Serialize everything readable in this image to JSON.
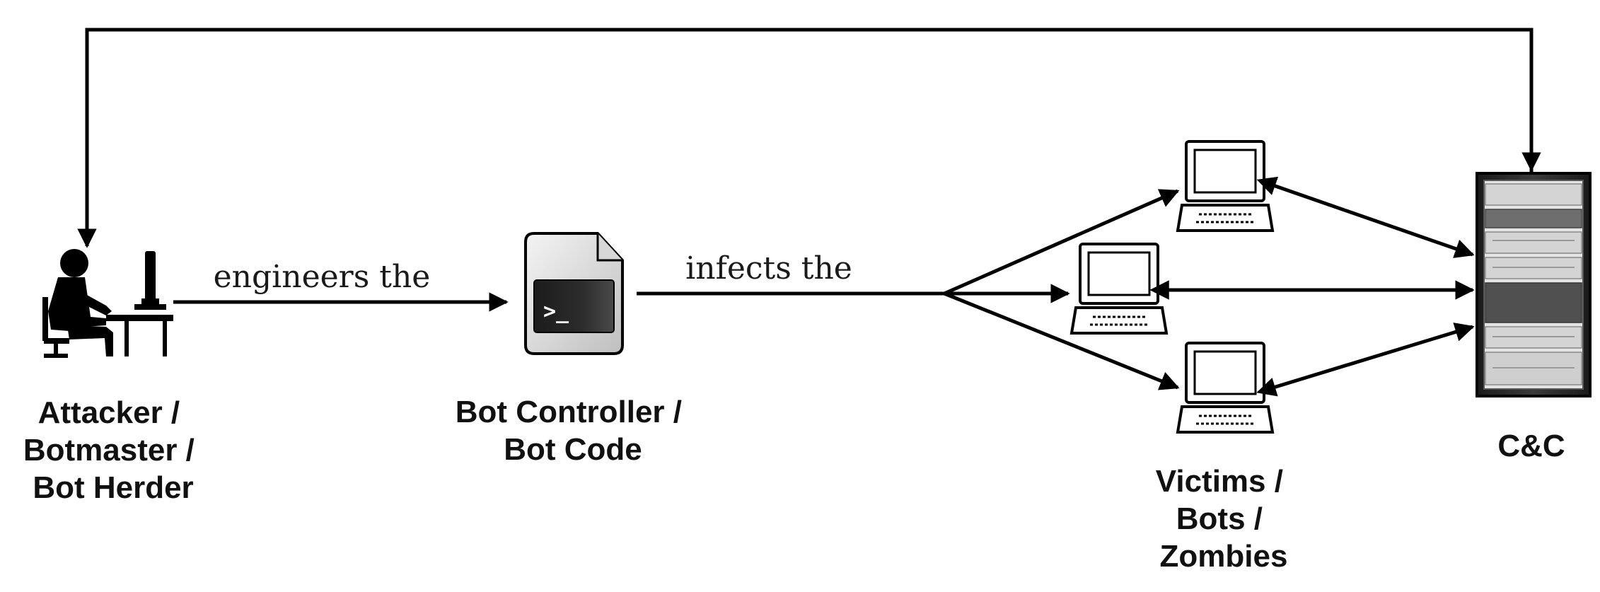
{
  "nodes": {
    "attacker": {
      "lines": [
        "Attacker /",
        "Botmaster /",
        "Bot Herder"
      ],
      "icon": "person-at-computer-icon"
    },
    "bot_controller": {
      "lines": [
        "Bot Controller /",
        "Bot Code"
      ],
      "icon": "terminal-file-icon"
    },
    "victims": {
      "lines": [
        "Victims /",
        "Bots /",
        "Zombies"
      ],
      "icon": "laptop-icon"
    },
    "cnc": {
      "lines": [
        "C&C"
      ],
      "icon": "server-rack-icon"
    }
  },
  "edges": {
    "attacker_to_controller": "engineers the",
    "controller_to_victims": "infects the"
  },
  "colors": {
    "ink": "#000000",
    "server_body": "#2a2a2a",
    "file_body": "#dedede"
  }
}
